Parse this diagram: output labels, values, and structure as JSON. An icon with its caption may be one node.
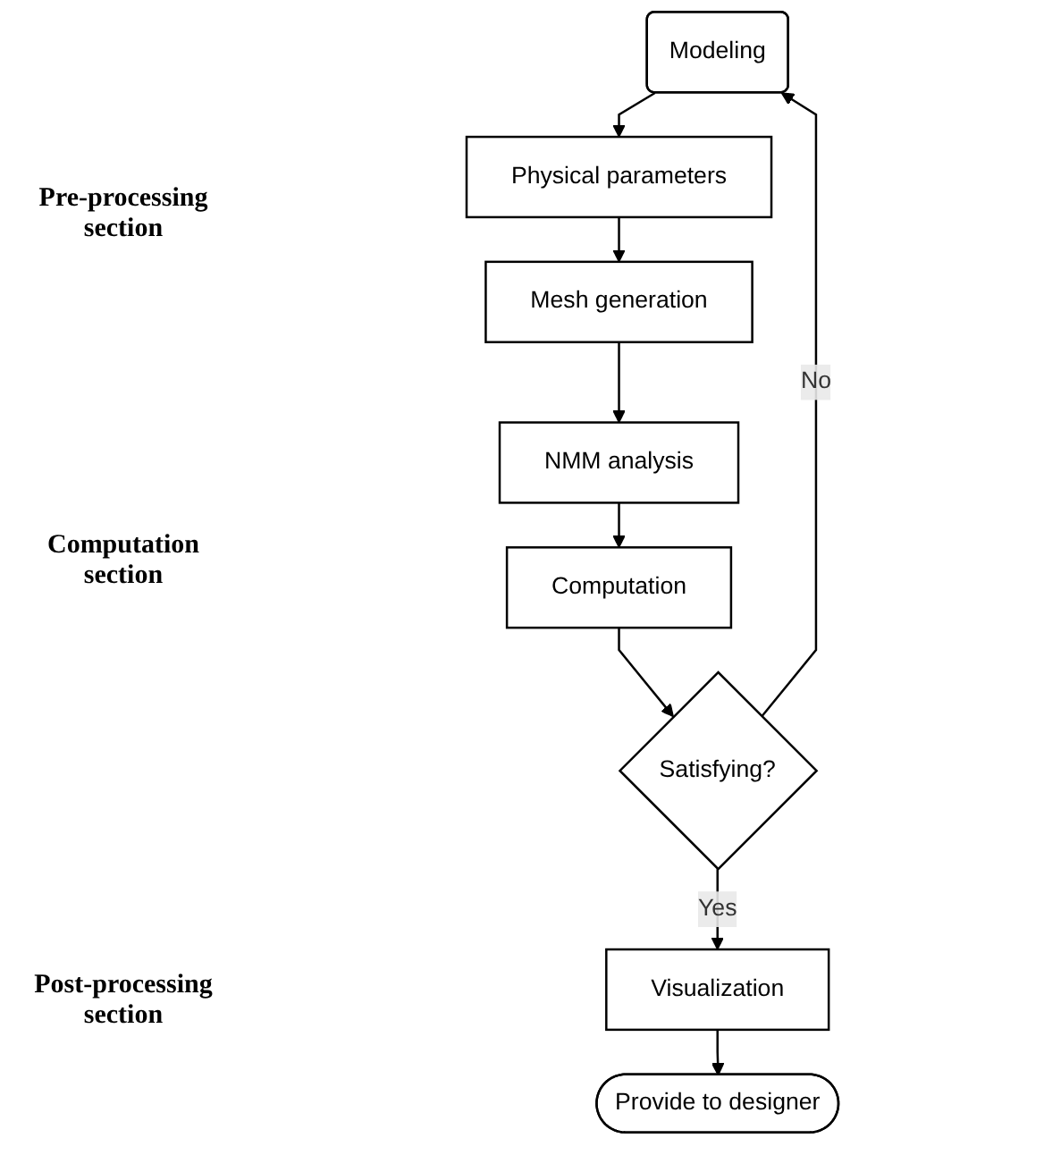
{
  "diagram": {
    "nodes": [
      {
        "text": [
          "Modeling"
        ]
      },
      {
        "text": [
          "Physical parameters"
        ]
      },
      {
        "text": [
          "Mesh generation"
        ]
      },
      {
        "text": [
          "NMM analysis"
        ]
      },
      {
        "text": [
          "Computation"
        ]
      },
      {
        "text": [
          "Satisfying?"
        ]
      },
      {
        "text": [
          "Visualization"
        ]
      },
      {
        "text": [
          "Provide to designer"
        ]
      }
    ],
    "edges": [
      {
        "from": 0,
        "to": 1,
        "arrow": "to"
      },
      {
        "from": 1,
        "to": 2,
        "arrow": "to"
      },
      {
        "from": 2,
        "to": 3,
        "arrow": "to"
      },
      {
        "from": 3,
        "to": 4,
        "arrow": "to"
      },
      {
        "from": 4,
        "to": 5,
        "arrow": "to"
      },
      {
        "from": 5,
        "to": 0,
        "label": "No",
        "arrow": "to"
      },
      {
        "from": 5,
        "to": 6,
        "label": "Yes",
        "arrow": "to"
      },
      {
        "from": 6,
        "to": 7,
        "arrow": "to"
      }
    ],
    "labels": [
      "Pre-processing section",
      "Computation section",
      "Post-processing section"
    ]
  }
}
